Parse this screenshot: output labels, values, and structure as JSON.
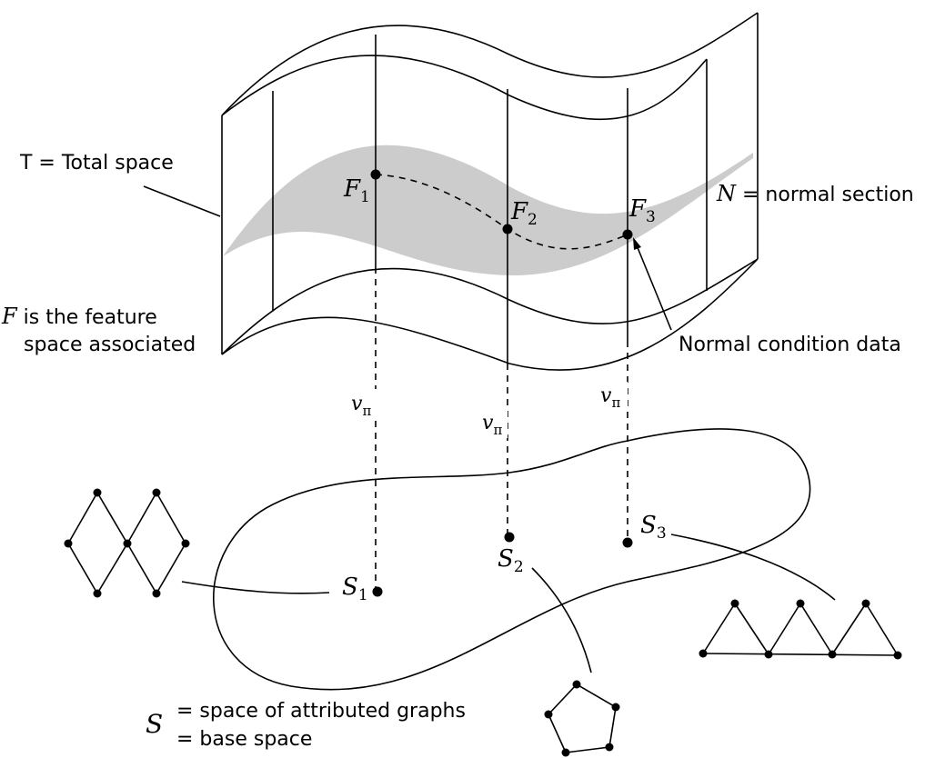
{
  "labels": {
    "total_space": "T = Total space",
    "normal_section_symbol": "N",
    "normal_section_text": " = normal section",
    "feature_space_symbol": "F",
    "feature_space_line1": " is the feature",
    "feature_space_line2": "space associated",
    "normal_condition": "Normal condition data",
    "base_space_symbol": "S",
    "base_space_line1": "= space of attributed graphs",
    "base_space_line2": "= base space"
  },
  "points": {
    "f1": {
      "symbol": "F",
      "sub": "1"
    },
    "f2": {
      "symbol": "F",
      "sub": "2"
    },
    "f3": {
      "symbol": "F",
      "sub": "3"
    },
    "s1": {
      "symbol": "S",
      "sub": "1"
    },
    "s2": {
      "symbol": "S",
      "sub": "2"
    },
    "s3": {
      "symbol": "S",
      "sub": "3"
    }
  },
  "projection": {
    "symbol": "v",
    "sub": "π"
  },
  "colors": {
    "band": "#cccccc",
    "ink": "#000000",
    "background": "#ffffff"
  },
  "graphs": [
    {
      "name": "double-diamond-graph",
      "node_count": 7
    },
    {
      "name": "pentagon-graph",
      "node_count": 5
    },
    {
      "name": "triangle-strip-graph",
      "node_count": 7
    }
  ]
}
